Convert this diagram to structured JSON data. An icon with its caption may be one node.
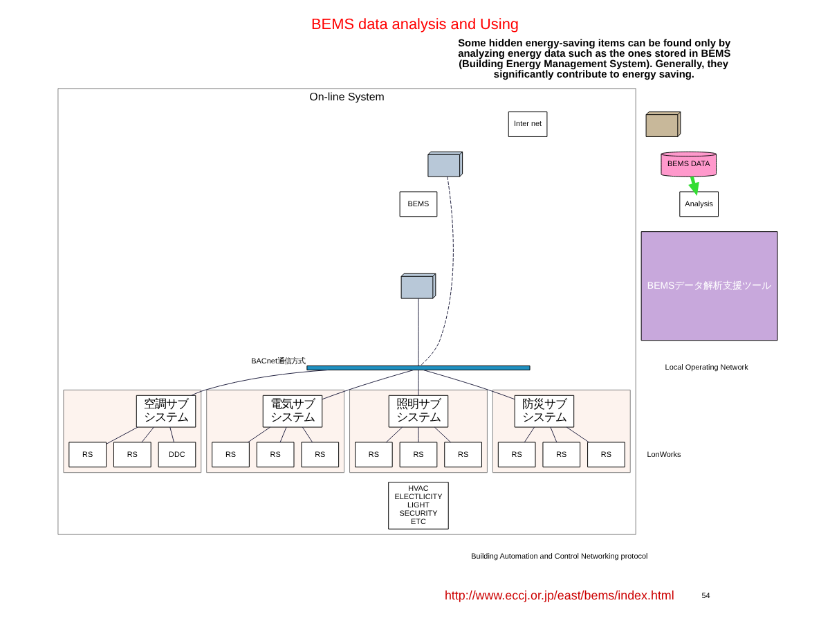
{
  "diagram": {
    "title": "BEMS data analysis and Using",
    "nodes": [
      {
        "text": [],
        "shape": "picture"
      },
      {
        "text": [
          "BEMS DATA"
        ]
      },
      {
        "text": [
          "Analysis"
        ]
      },
      {
        "text": [
          "BEMSデータ解析支援ツール"
        ]
      },
      {
        "text": [
          "On-line System"
        ]
      },
      {
        "text": [
          "Inter net"
        ],
        "in": 4
      },
      {
        "text": [],
        "shape": "picture",
        "in": 4
      },
      {
        "text": [],
        "shape": "picture",
        "in": 4
      },
      {
        "text": [
          "BEMS"
        ],
        "in": 4
      },
      {
        "text": [],
        "shape": "bar",
        "beside": [
          "BACnet通信方式"
        ],
        "in": 4
      },
      {
        "text": [],
        "shape": "box",
        "in": 4
      },
      {
        "text": [
          "空調サブシステム"
        ],
        "in": 10
      },
      {
        "text": [
          "DDC"
        ],
        "in": 10
      },
      {
        "text": [
          "RS"
        ],
        "in": 10
      },
      {
        "text": [
          "RS"
        ],
        "in": 10
      },
      {
        "text": [],
        "shape": "box",
        "in": 4
      },
      {
        "text": [
          "電気サブシステム"
        ],
        "in": 15
      },
      {
        "text": [
          "RS"
        ],
        "in": 15
      },
      {
        "text": [
          "RS"
        ],
        "in": 15
      },
      {
        "text": [
          "RS"
        ],
        "in": 15
      },
      {
        "text": [],
        "shape": "box",
        "in": 4
      },
      {
        "text": [
          "照明サブシステム"
        ],
        "in": 20
      },
      {
        "text": [
          "RS"
        ],
        "in": 20
      },
      {
        "text": [
          "RS"
        ],
        "in": 20
      },
      {
        "text": [
          "RS"
        ],
        "in": 20
      },
      {
        "text": [],
        "shape": "box",
        "in": 4
      },
      {
        "text": [
          "防災サブシステム"
        ],
        "in": 25
      },
      {
        "text": [
          "RS"
        ],
        "in": 25
      },
      {
        "text": [
          "RS"
        ],
        "in": 25
      },
      {
        "text": [
          "RS"
        ],
        "in": 25
      },
      {
        "text": [
          "HVAC",
          "ELECTLICITY",
          "LIGHT",
          "SECURITY",
          "ETC"
        ],
        "in": 4
      }
    ],
    "edges": [
      {
        "from": 1,
        "to": 2,
        "arrow": "to",
        "style": "thick",
        "color": "#33dd33"
      },
      {
        "from": 7,
        "to": 9,
        "arrow": "none"
      },
      {
        "from": 6,
        "to": 9,
        "arrow": "none",
        "style": "dashed"
      },
      {
        "from": 9,
        "to": 11,
        "arrow": "none"
      },
      {
        "from": 9,
        "to": 16,
        "arrow": "none"
      },
      {
        "from": 9,
        "to": 21,
        "arrow": "none"
      },
      {
        "from": 9,
        "to": 26,
        "arrow": "none"
      },
      {
        "from": 11,
        "to": 12,
        "arrow": "none"
      },
      {
        "from": 11,
        "to": 13,
        "arrow": "none"
      },
      {
        "from": 11,
        "to": 14,
        "arrow": "none"
      },
      {
        "from": 16,
        "to": 17,
        "arrow": "none"
      },
      {
        "from": 16,
        "to": 18,
        "arrow": "none"
      },
      {
        "from": 16,
        "to": 19,
        "arrow": "none"
      },
      {
        "from": 21,
        "to": 22,
        "arrow": "none"
      },
      {
        "from": 21,
        "to": 23,
        "arrow": "none"
      },
      {
        "from": 21,
        "to": 24,
        "arrow": "none"
      },
      {
        "from": 26,
        "to": 27,
        "arrow": "none"
      },
      {
        "from": 26,
        "to": 28,
        "arrow": "none"
      },
      {
        "from": 26,
        "to": 29,
        "arrow": "none"
      }
    ],
    "labels": [
      "Some hidden energy-saving items can be found only by analyzing energy data such as the ones stored in BEMS (Building Energy Management System). Generally, they significantly contribute to energy saving.",
      "LonWorks",
      "Local Operating Network",
      "Building Automation and Control Networking protocol",
      "http://www.eccj.or.jp/east/bems/index.html",
      "54"
    ]
  }
}
